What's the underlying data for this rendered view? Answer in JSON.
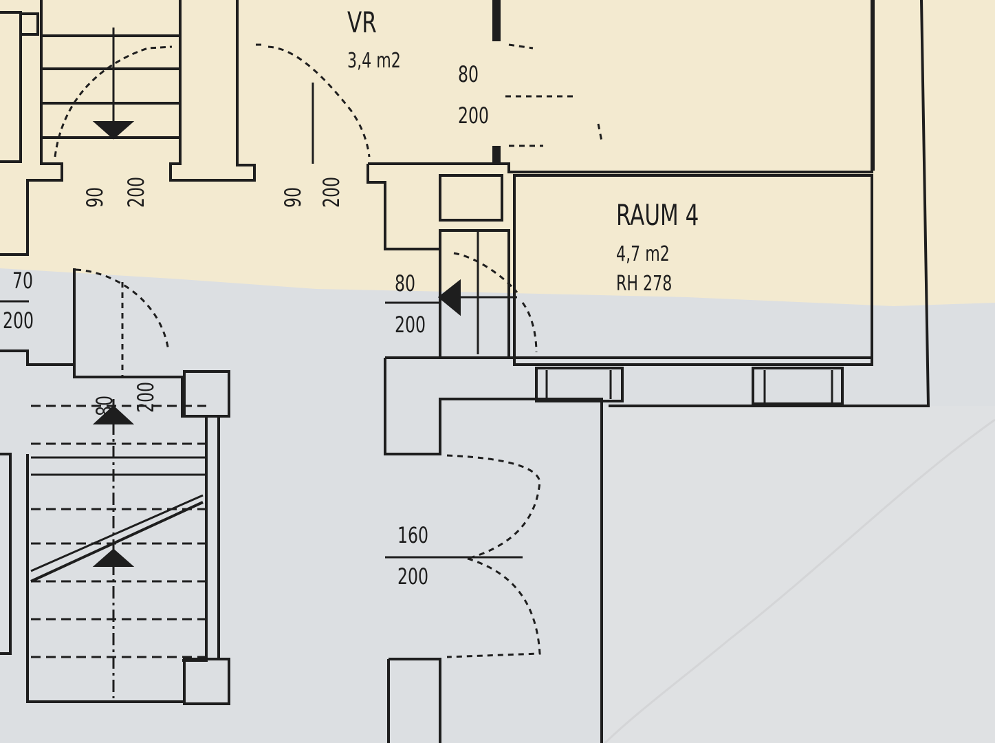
{
  "colors": {
    "paper_top": "#f3ead0",
    "paper_bottom": "#dfe1e3",
    "ink": "#1e1e1e",
    "wall_fill": "#ece6d4"
  },
  "rooms": [
    {
      "name": "VR",
      "area": "3,4 m2"
    },
    {
      "name": "RAUM 4",
      "area": "4,7 m2",
      "height": "RH 278"
    }
  ],
  "doors": [
    {
      "width": "80",
      "height": "200"
    },
    {
      "width": "90",
      "height": "200"
    },
    {
      "width": "90",
      "height": "200"
    },
    {
      "width": "70",
      "height": "200"
    },
    {
      "width": "80",
      "height": "200"
    },
    {
      "width": "80",
      "height": "200"
    },
    {
      "width": "160",
      "height": "200"
    }
  ]
}
